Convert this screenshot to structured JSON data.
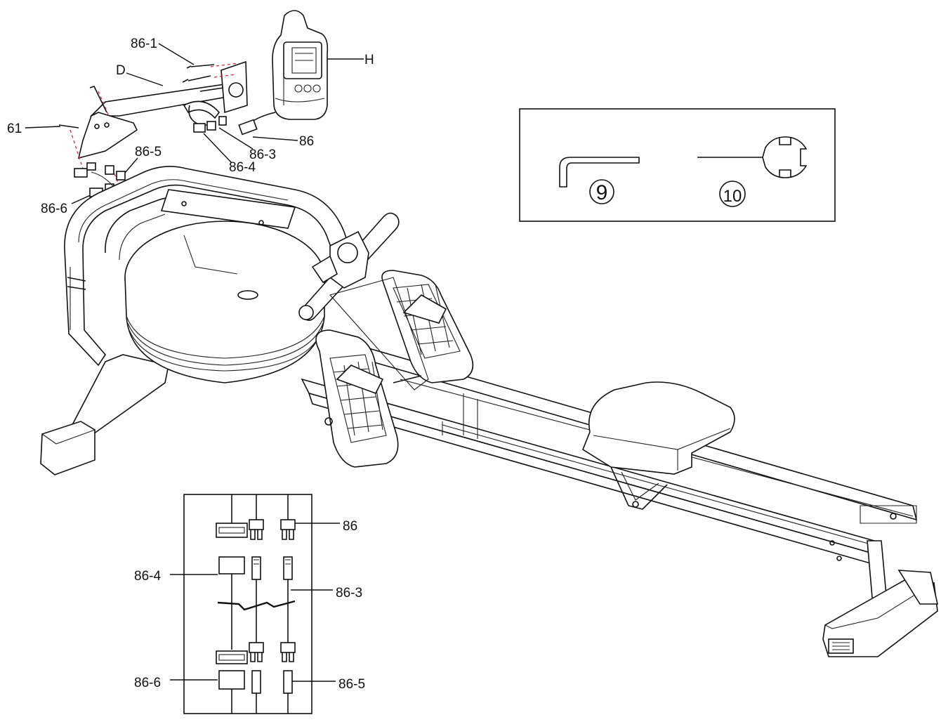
{
  "labels": {
    "l_86_1": "86-1",
    "l_D": "D",
    "l_H": "H",
    "l_61": "61",
    "l_86_top": "86",
    "l_86_3_top": "86-3",
    "l_86_4_top": "86-4",
    "l_86_5_top": "86-5",
    "l_86_6_top": "86-6"
  },
  "tools": {
    "wrench_num": "9",
    "spanner_num": "10"
  },
  "connector_inset": {
    "l_86": "86",
    "l_86_4": "86-4",
    "l_86_3": "86-3",
    "l_86_6": "86-6",
    "l_86_5": "86-5"
  },
  "colors": {
    "line": "#111111",
    "dashed_guide": "#e0203a",
    "background": "#ffffff"
  }
}
